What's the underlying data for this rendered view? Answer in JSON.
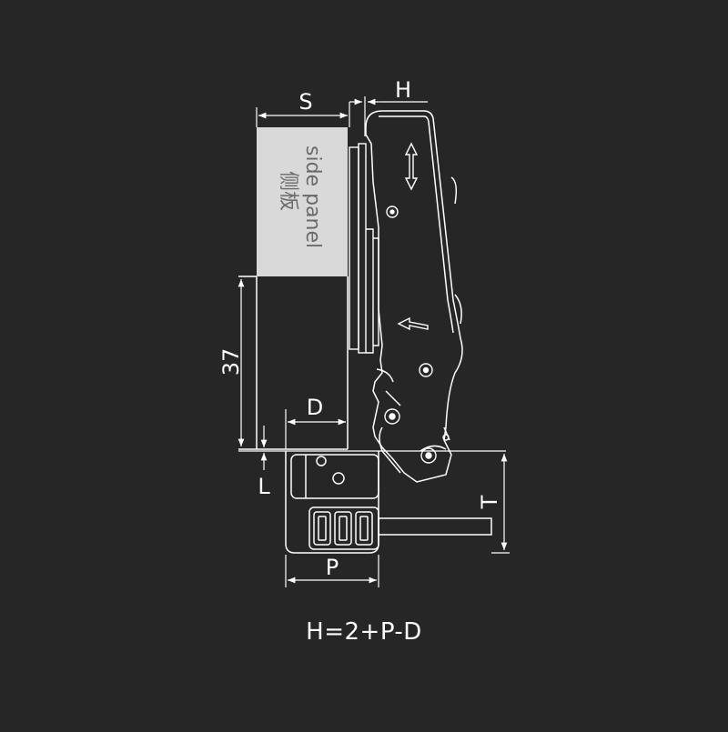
{
  "labels": {
    "s": "S",
    "h": "H",
    "side_panel_cn": "侧板",
    "side_panel_en": "side panel",
    "dim_37": "37",
    "d": "D",
    "l": "L",
    "t": "T",
    "p": "P"
  },
  "formula": "H=2+P-D",
  "colors": {
    "background": "#262626",
    "line": "#ffffff",
    "panel_fill": "#d9d9d9",
    "panel_text": "#6a6a6a"
  }
}
